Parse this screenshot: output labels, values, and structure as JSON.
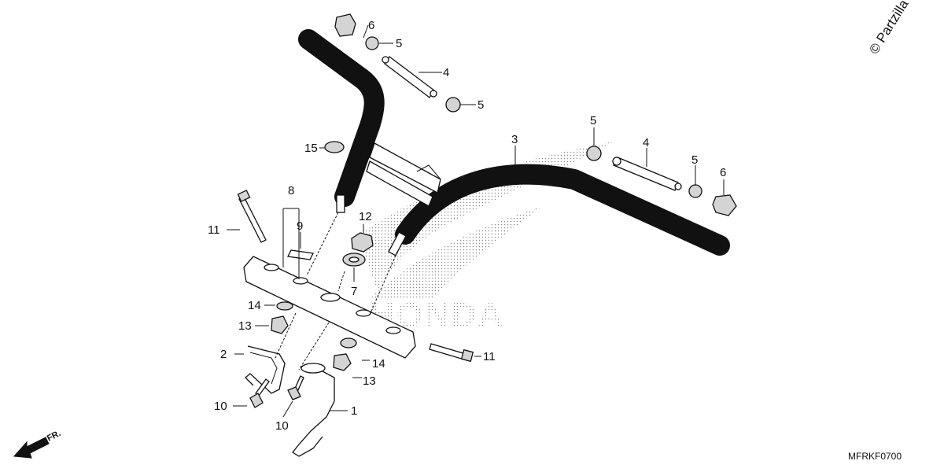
{
  "copyright": "© Partzilla",
  "diagram_code": "MFRKF0700",
  "watermark": "HONDA",
  "direction_label": "FR.",
  "callouts": {
    "c1": "1",
    "c2": "2",
    "c3": "3",
    "c4a": "4",
    "c4b": "4",
    "c5a": "5",
    "c5b": "5",
    "c5c": "5",
    "c5d": "5",
    "c6a": "6",
    "c6b": "6",
    "c7": "7",
    "c8": "8",
    "c9": "9",
    "c10a": "10",
    "c10b": "10",
    "c11a": "11",
    "c11b": "11",
    "c12": "12",
    "c13a": "13",
    "c13b": "13",
    "c14a": "14",
    "c14b": "14",
    "c15": "15"
  },
  "icons": {
    "wing_logo": "honda-wing-icon",
    "direction_arrow": "front-arrow-icon"
  }
}
